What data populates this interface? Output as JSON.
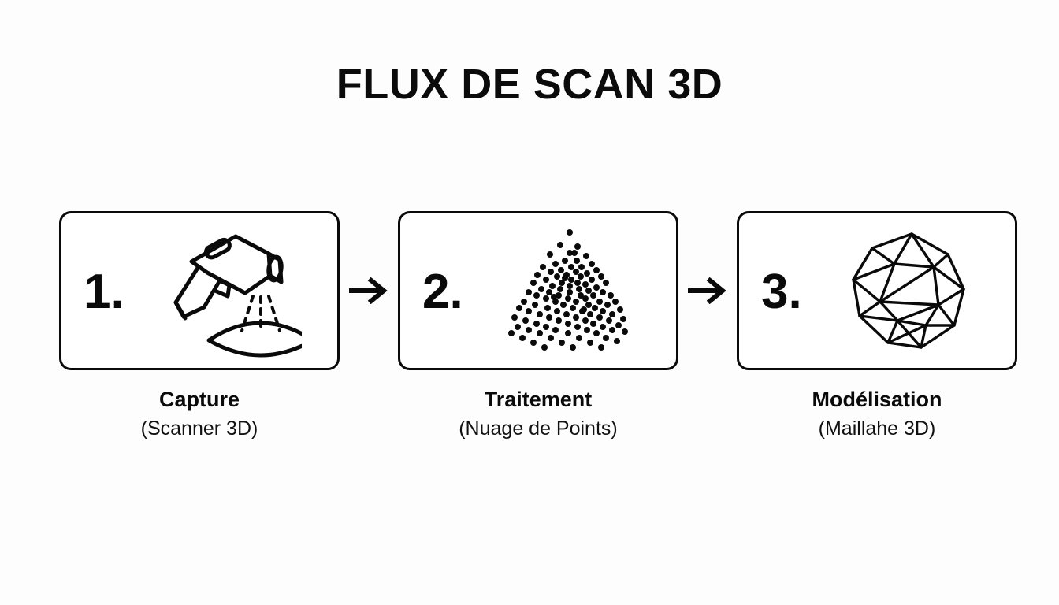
{
  "header": {
    "title": "FLUX DE SCAN 3D"
  },
  "flow": {
    "arrow_glyph": "→",
    "steps": [
      {
        "number": "1.",
        "icon": "handheld-3d-scanner-icon",
        "caption_title": "Capture",
        "caption_sub": "(Scanner 3D)"
      },
      {
        "number": "2.",
        "icon": "point-cloud-icon",
        "caption_title": "Traitement",
        "caption_sub": "(Nuage de Points)"
      },
      {
        "number": "3.",
        "icon": "polygon-mesh-icon",
        "caption_title": "Modélisation",
        "caption_sub": "(Maillahe 3D)"
      }
    ]
  },
  "style": {
    "background": "#fdfdfd",
    "ink": "#0a0a0a",
    "card_fill": "#ffffff"
  }
}
